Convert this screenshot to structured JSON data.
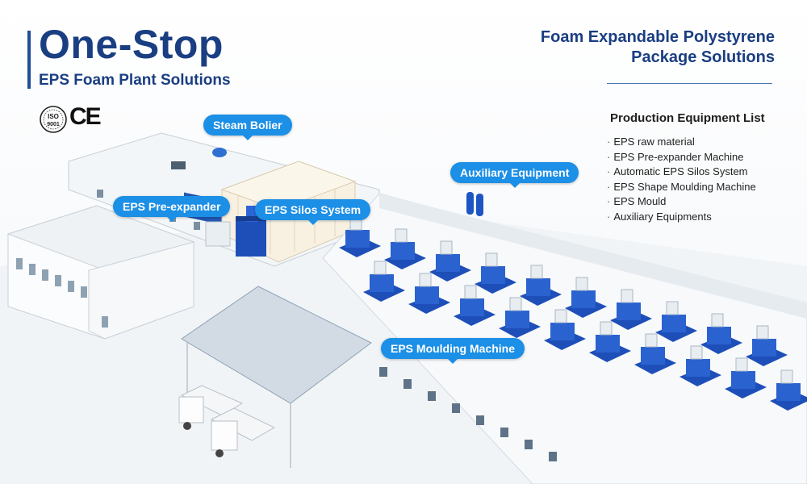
{
  "header": {
    "title": "One-Stop",
    "subtitle": "EPS Foam Plant Solutions",
    "right_title_line1": "Foam Expandable Polystyrene",
    "right_title_line2": "Package Solutions"
  },
  "certifications": {
    "iso_label": "ISO",
    "iso_number": "9001",
    "ce_label": "CE"
  },
  "equipment_list": {
    "heading": "Production Equipment List",
    "items": [
      "EPS raw material",
      "EPS Pre-expander Machine",
      "Automatic EPS Silos System",
      "EPS Shape Moulding Machine",
      "EPS Mould",
      "Auxiliary Equipments"
    ],
    "bullet": "·"
  },
  "callouts": {
    "steam_boiler": "Steam Bolier",
    "auxiliary": "Auxiliary Equipment",
    "pre_expander": "EPS Pre-expander",
    "silos": "EPS Silos System",
    "moulding": "EPS Moulding Machine"
  },
  "colors": {
    "brand_blue": "#1a3e82",
    "callout_blue": "#1c8fe6",
    "machine_blue": "#1e4fb8"
  }
}
